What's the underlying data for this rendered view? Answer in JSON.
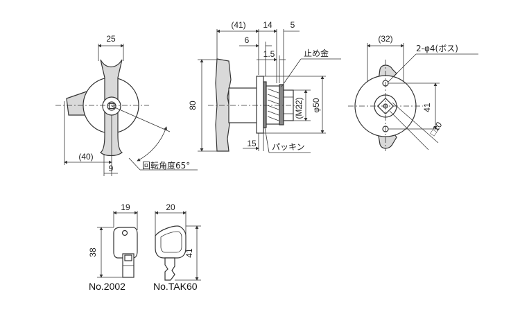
{
  "front_view": {
    "dim_width": "25",
    "dim_overall": "(40)",
    "dim_offset": "9",
    "rotation_label": "回転角度65°"
  },
  "side_view": {
    "dim_total": "(41)",
    "dim_a": "14",
    "dim_b": "5",
    "dim_c": "6",
    "dim_d": "1.5",
    "dim_height": "80",
    "dim_thread": "(M22)",
    "dim_diameter": "φ50",
    "dim_bottom": "15",
    "label_stopper": "止め金",
    "label_packing": "パッキン"
  },
  "rear_view": {
    "dim_width": "(32)",
    "boss_label": "2-φ4(ボス)",
    "dim_height": "41",
    "dim_square": "□10"
  },
  "keys": [
    {
      "width": "19",
      "height": "38",
      "caption": "No.2002"
    },
    {
      "width": "20",
      "height": "41",
      "caption": "No.TAK60"
    }
  ]
}
